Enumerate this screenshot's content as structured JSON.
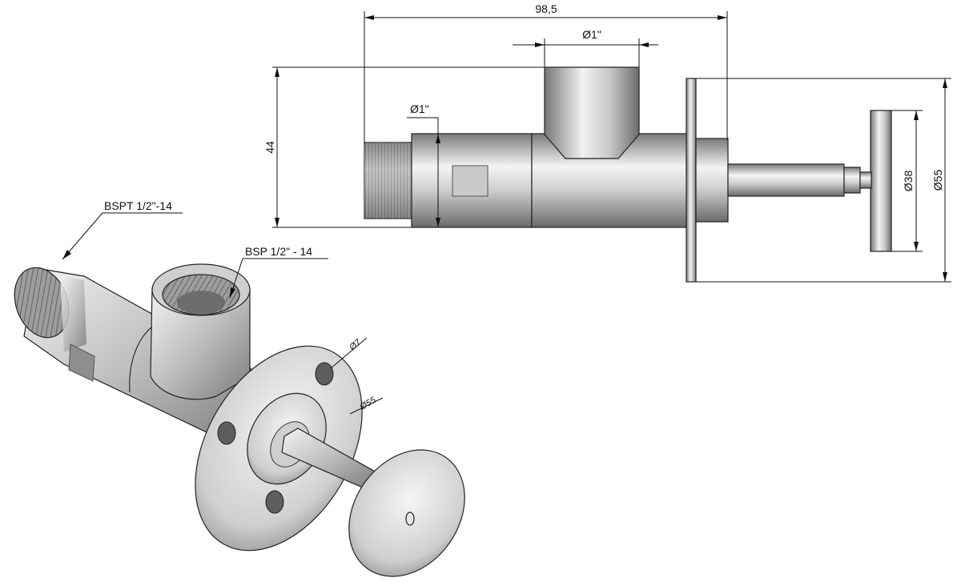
{
  "side_view": {
    "overall_length": "98,5",
    "outlet_diameter": "Ø1\"",
    "inlet_diameter": "Ø1\"",
    "height": "44",
    "handwheel_diameter": "Ø38",
    "flange_diameter": "Ø55"
  },
  "iso_view": {
    "inlet_thread": "BSPT 1/2\"-14",
    "outlet_thread": "BSP 1/2\" - 14",
    "hole_diameter": "Ø7",
    "flange_diameter": "Ø55"
  },
  "colors": {
    "metal_dark": "#6e6e6e",
    "metal_mid": "#b5b5b5",
    "metal_light": "#f2f2f2",
    "line": "#111111"
  }
}
